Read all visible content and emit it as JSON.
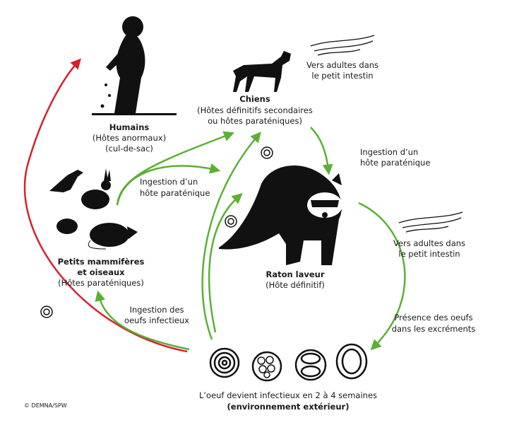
{
  "colors": {
    "green": "#5bb031",
    "red": "#d9202c",
    "black": "#111111"
  },
  "humains": {
    "title": "Humains",
    "line1": "(Hôtes anormaux)",
    "line2": "(cul-de-sac)"
  },
  "chiens": {
    "title": "Chiens",
    "line1": "(Hôtes définitifs secondaires",
    "line2": "ou hôtes paraténiques)"
  },
  "vers_top": {
    "line1": "Vers adultes dans",
    "line2": "le petit intestin"
  },
  "ingestion_right": {
    "line1": "Ingestion d’un",
    "line2": "hôte paraténique"
  },
  "ingestion_left": {
    "line1": "Ingestion d’un",
    "line2": "hôte paraténique"
  },
  "petits": {
    "title1": "Petits mammifères",
    "title2": "et oiseaux",
    "line1": "(Hôtes paraténiques)"
  },
  "raton": {
    "title": "Raton laveur",
    "line1": "(Hôte définitif)"
  },
  "vers_right": {
    "line1": "Vers adultes dans",
    "line2": "le petit intestin"
  },
  "presence": {
    "line1": "Présence  des oeufs",
    "line2": "dans les excréments"
  },
  "ingestion_oeufs": {
    "line1": "Ingestion des",
    "line2": "oeufs infectieux"
  },
  "oeuf": {
    "line1": "L’oeuf devient infectieux en 2 à 4 semaines",
    "line2": "(environnement extérieur)"
  },
  "credit": "© DEMNA/SPW"
}
